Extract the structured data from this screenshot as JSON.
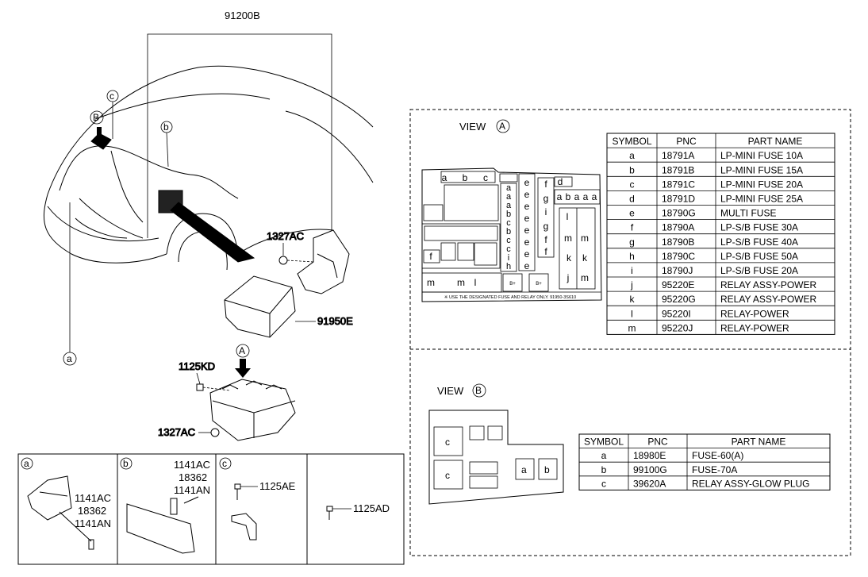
{
  "labels": {
    "assembly": "91200B",
    "nut_top": "1327AC",
    "cover": "91950E",
    "bolt_kd": "1125KD",
    "nut_bottom": "1327AC",
    "circle_a": "a",
    "circle_b": "b",
    "circle_c": "c",
    "circle_B": "B",
    "circle_A": "A"
  },
  "detail_panels": [
    {
      "circle": "a",
      "parts": [
        "1141AC",
        "18362",
        "1141AN"
      ]
    },
    {
      "circle": "b",
      "parts": [
        "1141AC",
        "18362",
        "1141AN"
      ]
    },
    {
      "circle": "c",
      "parts": [
        "1125AE"
      ]
    },
    {
      "circle": "",
      "parts": [
        "1125AD"
      ]
    }
  ],
  "view_a": {
    "title": "VIEW",
    "circle": "A",
    "note": "※ USE THE DESIGNATED FUSE AND RELAY ONLY. 91950-3S610",
    "headers": [
      "SYMBOL",
      "PNC",
      "PART NAME"
    ],
    "rows": [
      [
        "a",
        "18791A",
        "LP-MINI FUSE 10A"
      ],
      [
        "b",
        "18791B",
        "LP-MINI FUSE 15A"
      ],
      [
        "c",
        "18791C",
        "LP-MINI FUSE 20A"
      ],
      [
        "d",
        "18791D",
        "LP-MINI FUSE 25A"
      ],
      [
        "e",
        "18790G",
        "MULTI FUSE"
      ],
      [
        "f",
        "18790A",
        "LP-S/B FUSE 30A"
      ],
      [
        "g",
        "18790B",
        "LP-S/B FUSE 40A"
      ],
      [
        "h",
        "18790C",
        "LP-S/B FUSE 50A"
      ],
      [
        "i",
        "18790J",
        "LP-S/B FUSE 20A"
      ],
      [
        "j",
        "95220E",
        "RELAY ASSY-POWER"
      ],
      [
        "k",
        "95220G",
        "RELAY ASSY-POWER"
      ],
      [
        "l",
        "95220I",
        "RELAY-POWER"
      ],
      [
        "m",
        "95220J",
        "RELAY-POWER"
      ]
    ],
    "fuse_letters": {
      "top": [
        "a",
        "b",
        "c"
      ],
      "col1": [
        "a",
        "a",
        "a",
        "b",
        "c",
        "b",
        "c",
        "c",
        "i",
        "h"
      ],
      "col2": [
        "e",
        "e",
        "e",
        "e",
        "e",
        "e",
        "e",
        "e"
      ],
      "col3": [
        "f",
        "g",
        "i",
        "g",
        "f",
        "f"
      ],
      "d": "d",
      "row_right": [
        "a",
        "b",
        "a",
        "a",
        "a"
      ],
      "relays": [
        "l",
        "m",
        "m",
        "k",
        "k",
        "j",
        "m"
      ],
      "bottom": [
        "m",
        "m",
        "l"
      ],
      "left_f": "f",
      "bplus": [
        "B+",
        "B+"
      ]
    }
  },
  "view_b": {
    "title": "VIEW",
    "circle": "B",
    "headers": [
      "SYMBOL",
      "PNC",
      "PART NAME"
    ],
    "rows": [
      [
        "a",
        "18980E",
        "FUSE-60(A)"
      ],
      [
        "b",
        "99100G",
        "FUSE-70A"
      ],
      [
        "c",
        "39620A",
        "RELAY ASSY-GLOW PLUG"
      ]
    ],
    "box_letters": [
      "c",
      "c",
      "a",
      "b"
    ]
  }
}
